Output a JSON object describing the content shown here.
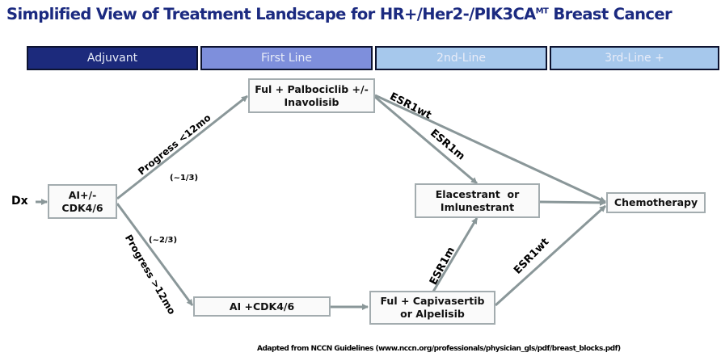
{
  "title": {
    "main": "Simplified View of Treatment Landscape for HR+/Her2-/PIK3CA",
    "superscript": "MT",
    "suffix": " Breast Cancer"
  },
  "banners": [
    "Adjuvant",
    "First Line",
    "2nd-Line",
    "3rd-Line +"
  ],
  "colors": {
    "title": "#1b2a80",
    "adjuvant": "#1c2a7c",
    "first_line": "#7e8fdc",
    "later_lines": "#a6c8ec",
    "arrows": "#8a9799"
  },
  "nodes": {
    "dx": "Dx",
    "ai_cdk": [
      "AI+/-",
      "CDK4/6"
    ],
    "ful_palbo": [
      "Ful + Palbociclib +/-",
      "Inavolisib"
    ],
    "ai_cdk2": "AI +CDK4/6",
    "elacestrant": [
      "Elacestrant  or",
      "Imlunestrant"
    ],
    "ful_capi": [
      "Ful + Capivasertib",
      "or Alpelisib"
    ],
    "chemo": "Chemotherapy"
  },
  "edge_labels": {
    "progress_lt": "Progress <12mo",
    "fraction_third": "(~1/3)",
    "progress_gt": "Progress >12mo",
    "fraction_two_thirds": "(~2/3)",
    "esr1wt_top": "ESR1wt",
    "esr1m_top": "ESR1m",
    "esr1m_bottom": "ESR1m",
    "esr1wt_bottom": "ESR1wt"
  },
  "footer": "Adapted from NCCN Guidelines (www.nccn.org/professionals/physician_gls/pdf/breast_blocks.pdf)"
}
